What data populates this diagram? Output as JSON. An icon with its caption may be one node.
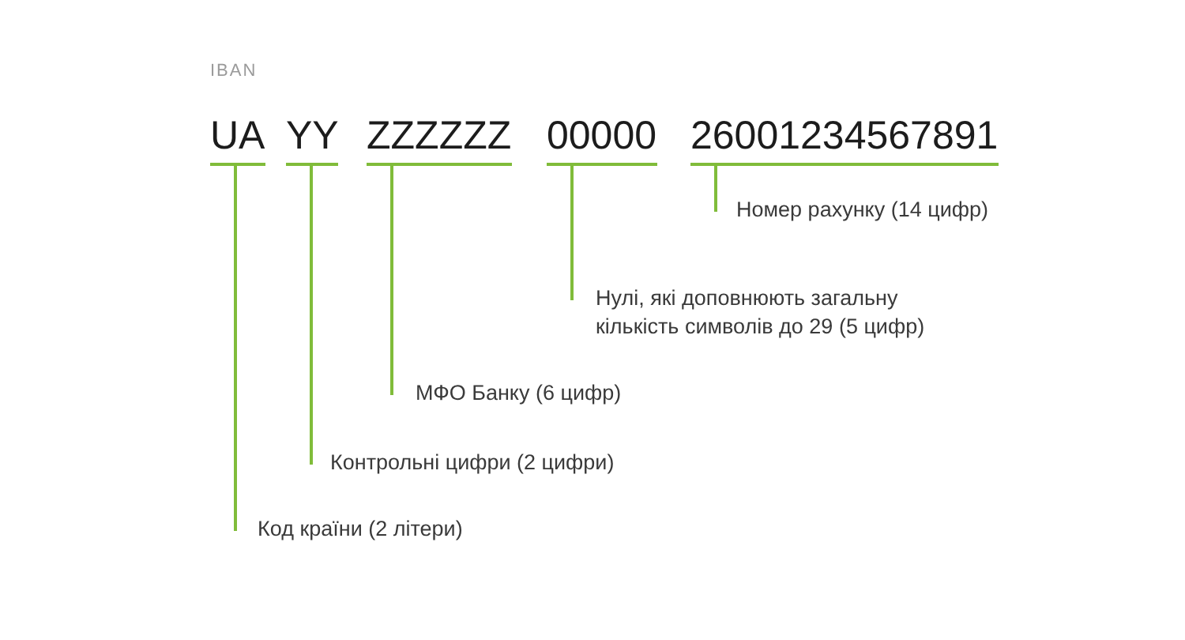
{
  "diagram": {
    "title": "IBAN",
    "nodes": [
      {
        "text": [
          "UA"
        ]
      },
      {
        "text": [
          "YY"
        ]
      },
      {
        "text": [
          "ZZZZZZ"
        ]
      },
      {
        "text": [
          "00000"
        ]
      },
      {
        "text": [
          "26001234567891"
        ]
      },
      {
        "text": [
          "Номер рахунку (14 цифр)"
        ]
      },
      {
        "text": [
          "Нулі, які доповнюють загальну кількість символів до 29 (5 цифр)"
        ]
      },
      {
        "text": [
          "МФО Банку (6 цифр)"
        ]
      },
      {
        "text": [
          "Контрольні цифри (2 цифри)"
        ]
      },
      {
        "text": [
          "Код країни (2 літери)"
        ]
      }
    ],
    "edges": [
      {
        "from": 5,
        "to": 4,
        "arrow": "none"
      },
      {
        "from": 6,
        "to": 3,
        "arrow": "none"
      },
      {
        "from": 7,
        "to": 2,
        "arrow": "none"
      },
      {
        "from": 8,
        "to": 1,
        "arrow": "none"
      },
      {
        "from": 9,
        "to": 0,
        "arrow": "none"
      }
    ]
  }
}
